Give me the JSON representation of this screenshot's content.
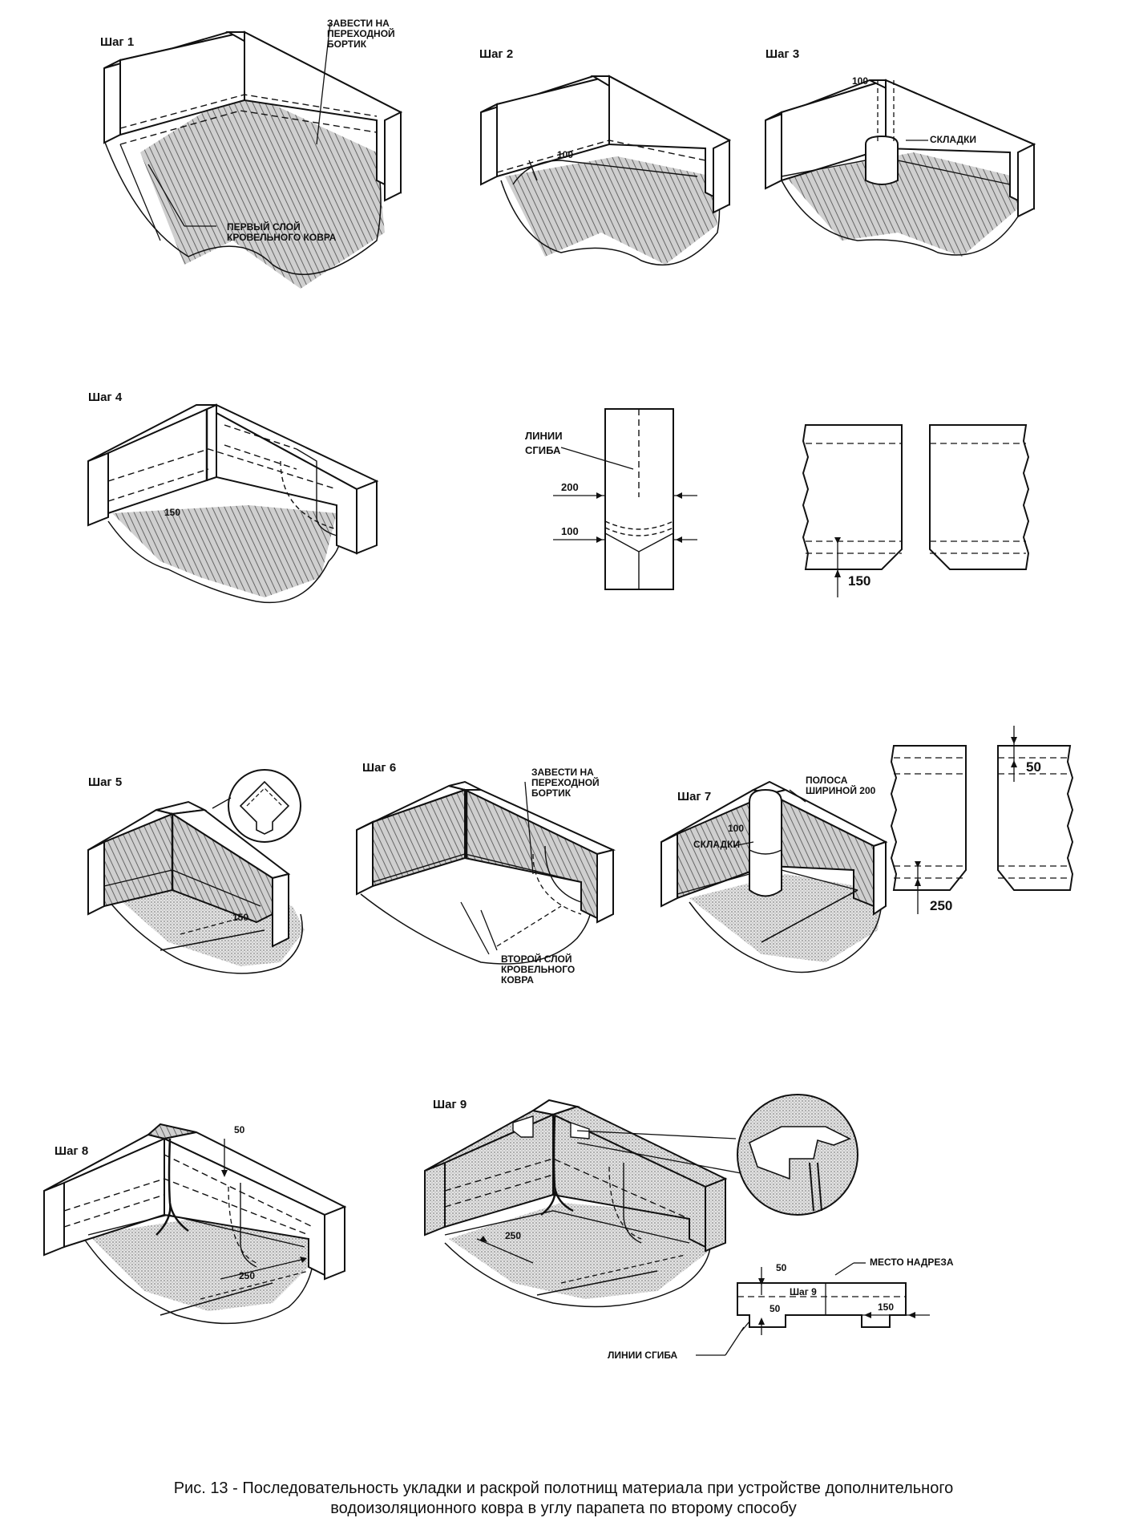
{
  "caption": {
    "line1": "Рис. 13 - Последовательность укладки и раскрой полотнищ материала при устройстве дополнительного",
    "line2": "водоизоляционного ковра в углу парапета по второму способу"
  },
  "steps": {
    "s1": "Шаг 1",
    "s2": "Шаг 2",
    "s3": "Шаг 3",
    "s4": "Шаг 4",
    "s5": "Шаг 5",
    "s6": "Шаг 6",
    "s7": "Шаг 7",
    "s8": "Шаг 8",
    "s9": "Шаг 9",
    "s9_small": "Шаг 9"
  },
  "notes": {
    "s1_top": [
      "ЗАВЕСТИ НА",
      "ПЕРЕХОДНОЙ",
      "БОРТИК"
    ],
    "s1_bottom": [
      "ПЕРВЫЙ СЛОЙ",
      "КРОВЕЛЬНОГО КОВРА"
    ],
    "s3_folds": "СКЛАДКИ",
    "s4_fold_lines": [
      "ЛИНИИ",
      "СГИБА"
    ],
    "s6_top": [
      "ЗАВЕСТИ НА",
      "ПЕРЕХОДНОЙ",
      "БОРТИК"
    ],
    "s6_bottom": [
      "ВТОРОЙ СЛОЙ",
      "КРОВЕЛЬНОГО",
      "КОВРА"
    ],
    "s7_strip": [
      "ПОЛОСА",
      "ШИРИНОЙ 200"
    ],
    "s7_folds": "СКЛАДКИ",
    "s9_cut": "МЕСТО НАДРЕЗА",
    "s9_fold_lines": "ЛИНИИ СГИБА"
  },
  "dims": {
    "s2": "100",
    "s3": "100",
    "s4_floor": "150",
    "s4_200": "200",
    "s4_100": "100",
    "s4_cut": "150",
    "s5": "150",
    "s7_100": "100",
    "s7_50": "50",
    "s7_250": "250",
    "s8_50": "50",
    "s8_250": "250",
    "s9_250": "250",
    "s9_50a": "50",
    "s9_50b": "50",
    "s9_150": "150"
  }
}
